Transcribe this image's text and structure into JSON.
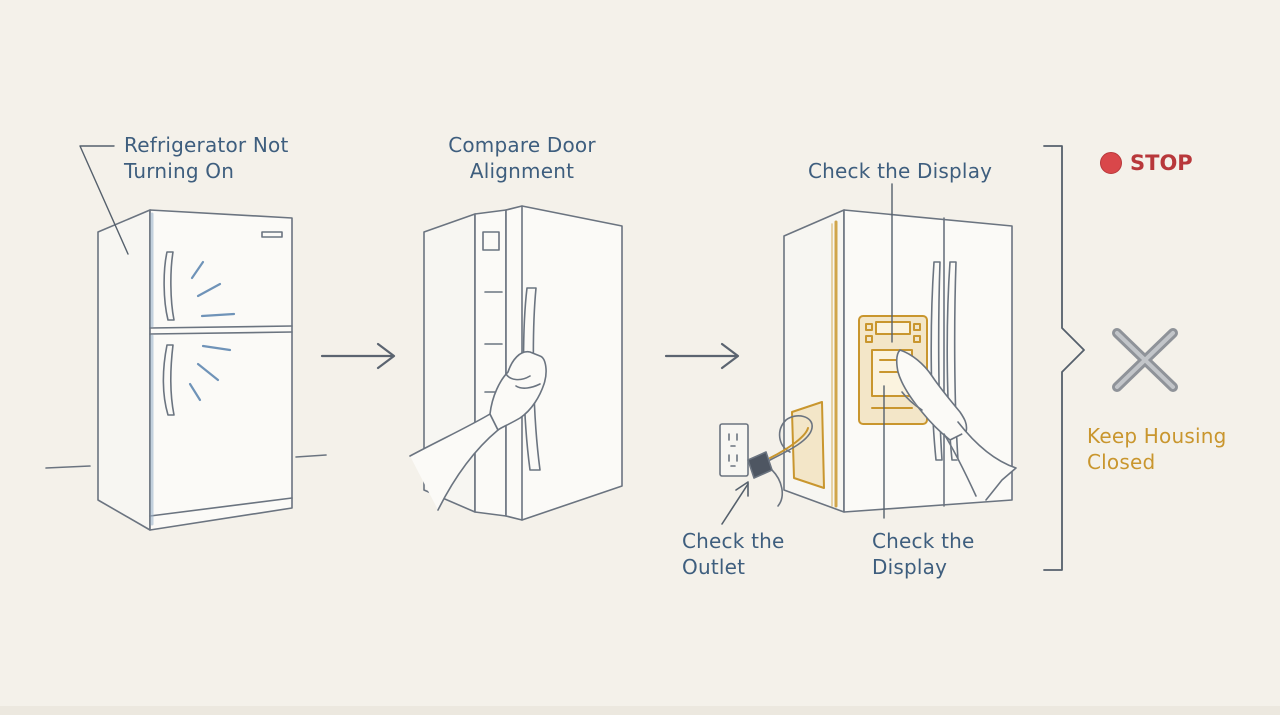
{
  "steps": {
    "fridge_label": "Refrigerator Not\nTurning On",
    "door_label": "Compare Door\nAlignment",
    "display_top_label": "Check the Display",
    "outlet_label": "Check the\nOutlet",
    "display_bottom_label": "Check the\nDisplay"
  },
  "warning": {
    "stop_label": "STOP",
    "housing_label": "Keep Housing\nClosed"
  },
  "colors": {
    "background": "#f4f1ea",
    "label_blue": "#3e5e7e",
    "accent_gold": "#c9962e",
    "stop_red": "#d9474a",
    "sketch_line": "#6b7480"
  }
}
